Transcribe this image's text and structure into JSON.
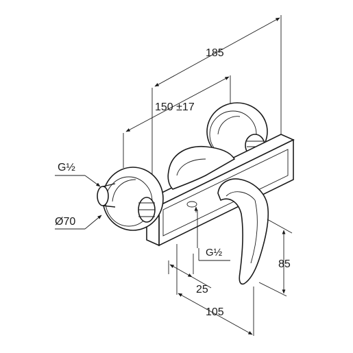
{
  "drawing": {
    "labels": {
      "overall_width": "185",
      "center_distance": "150 ±17",
      "inlet_thread": "G½",
      "rosette_diameter": "Ø70",
      "outlet_thread": "G½",
      "outlet_offset": "25",
      "body_depth": "105",
      "lever_height": "85"
    }
  },
  "colors": {
    "line": "#1a1a1a",
    "background": "#ffffff"
  }
}
